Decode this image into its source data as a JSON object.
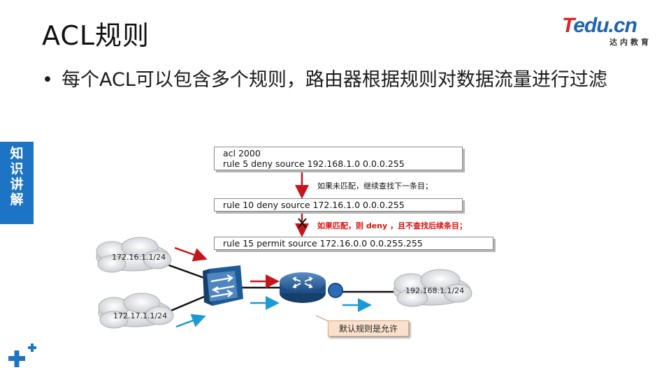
{
  "slide": {
    "title": "ACL规则",
    "bullet": "每个ACL可以包含多个规则，路由器根据规则对数据流量进行过滤",
    "side_tab": [
      "知",
      "识",
      "讲",
      "解"
    ]
  },
  "logo": {
    "brand_t": "T",
    "brand_rest": "edu.cn",
    "subtitle": "达内教育"
  },
  "acl": {
    "box1_line1": "acl 2000",
    "box1_line2": "rule 5 deny source 192.168.1.0 0.0.0.255",
    "box2": "rule 10 deny source 172.16.1.0 0.0.0.255",
    "box3": "rule 15 permit source 172.16.0.0 0.0.255.255",
    "note_no_match": "如果未匹配，继续查找下一条目；",
    "note_match": "如果匹配，则 deny ，且不查找后续条目；"
  },
  "network": {
    "cloud1": "172.16.1.1/24",
    "cloud2": "172.17.1.1/24",
    "cloud3": "192.168.1.1/24",
    "default_rule": "默认规则是允许"
  },
  "colors": {
    "accent_blue": "#1d74c4",
    "arrow_red": "#c4161c",
    "arrow_cyan": "#1a9bd4",
    "brand_red": "#d9232e",
    "note_red": "#e01010"
  }
}
